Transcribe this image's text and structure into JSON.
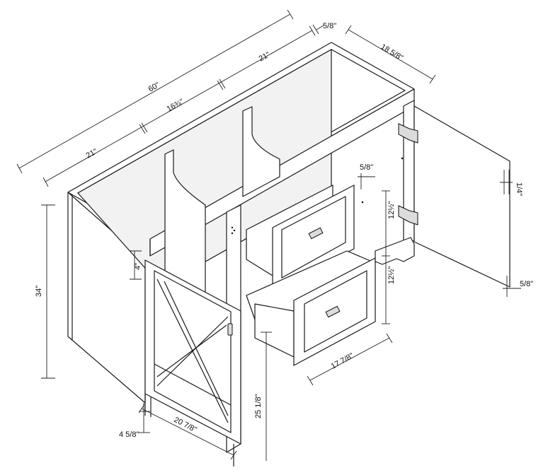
{
  "diagram": {
    "type": "vanity-cabinet-dimension-drawing",
    "dimensions": {
      "overall_width": "60\"",
      "left_section": "21\"",
      "center_section": "16¾\"",
      "right_section": "21\"",
      "panel_thickness_top": "5/8\"",
      "depth": "18 5/8\"",
      "door_gap": "1/4\"",
      "door_panel_thickness": "5/8\"",
      "upper_drawer_offset": "5/8\"",
      "upper_drawer_height": "12½\"",
      "lower_drawer_height": "12½\"",
      "drawer_depth": "17 7/8\"",
      "overall_height": "34\"",
      "toe_kick_height": "4\"",
      "interior_height": "25 1/8\"",
      "door_width": "20 7/8\"",
      "leg_height": "4 5/8\""
    },
    "colors": {
      "line": "#1a1a1a",
      "background": "#ffffff"
    },
    "icons": [
      "hinge-icon",
      "drawer-pull-icon",
      "door-knob-icon"
    ]
  }
}
